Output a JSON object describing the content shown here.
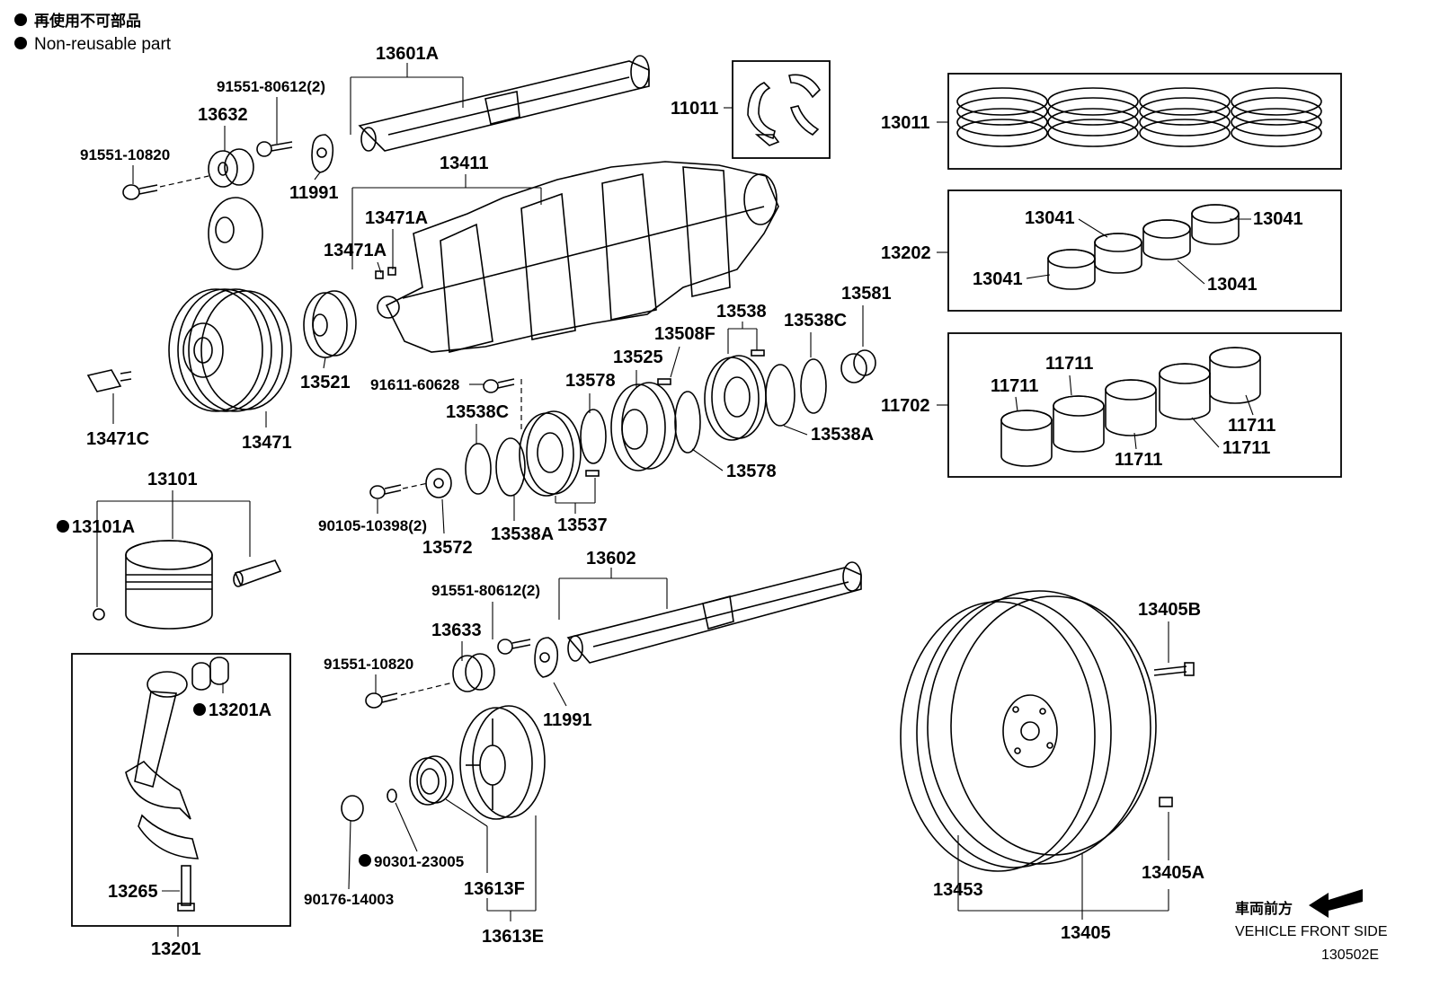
{
  "legend": {
    "jp": "再使用不可部品",
    "en": "Non-reusable part"
  },
  "labels": {
    "l13601A": "13601A",
    "l91551_80612a": "91551-80612(2)",
    "l13632": "13632",
    "l91551_10820a": "91551-10820",
    "l11991a": "11991",
    "l13411": "13411",
    "l13471A_a": "13471A",
    "l13471A_b": "13471A",
    "l11011": "11011",
    "l13011": "13011",
    "l13202": "13202",
    "l13041_a": "13041",
    "l13041_b": "13041",
    "l13041_c": "13041",
    "l13041_d": "13041",
    "l11702": "11702",
    "l11711_a": "11711",
    "l11711_b": "11711",
    "l11711_c": "11711",
    "l11711_d": "11711",
    "l11711_e": "11711",
    "l13581": "13581",
    "l13538": "13538",
    "l13538C_a": "13538C",
    "l13508F": "13508F",
    "l13525": "13525",
    "l13578_a": "13578",
    "l13578_b": "13578",
    "l13538A_a": "13538A",
    "l13521": "13521",
    "l13471": "13471",
    "l13471C": "13471C",
    "l91611": "91611-60628",
    "l13538C_b": "13538C",
    "l13101": "13101",
    "l13101A": "13101A",
    "l90105": "90105-10398(2)",
    "l13572": "13572",
    "l13538A_b": "13538A",
    "l13537": "13537",
    "l13602": "13602",
    "l91551_80612b": "91551-80612(2)",
    "l13633": "13633",
    "l91551_10820b": "91551-10820",
    "l11991b": "11991",
    "l13201A": "13201A",
    "l90301": "90301-23005",
    "l90176": "90176-14003",
    "l13613F": "13613F",
    "l13613E": "13613E",
    "l13265": "13265",
    "l13201": "13201",
    "l13405B": "13405B",
    "l13405A": "13405A",
    "l13453": "13453",
    "l13405": "13405"
  },
  "front": {
    "jp": "車両前方",
    "en": "VEHICLE FRONT SIDE"
  },
  "diagram_id": "130502E"
}
